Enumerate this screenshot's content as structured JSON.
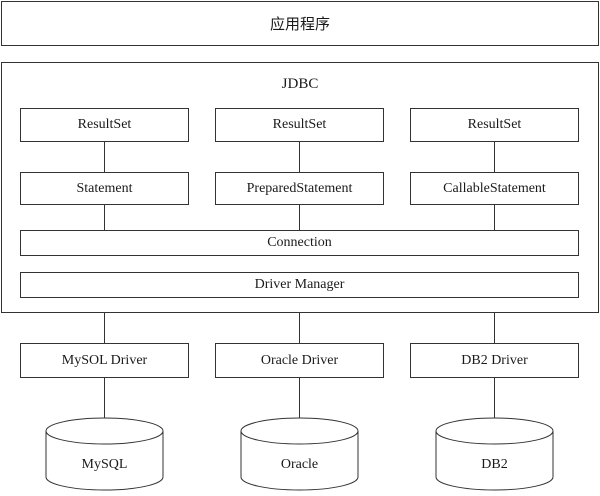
{
  "app": {
    "title": "应用程序"
  },
  "jdbc": {
    "title": "JDBC",
    "result_sets": [
      "ResultSet",
      "ResultSet",
      "ResultSet"
    ],
    "statements": [
      "Statement",
      "PreparedStatement",
      "CallableStatement"
    ],
    "connection": "Connection",
    "driver_manager": "Driver Manager"
  },
  "drivers": [
    "MySOL Driver",
    "Oracle Driver",
    "DB2 Driver"
  ],
  "databases": [
    "MySQL",
    "Oracle",
    "DB2"
  ]
}
